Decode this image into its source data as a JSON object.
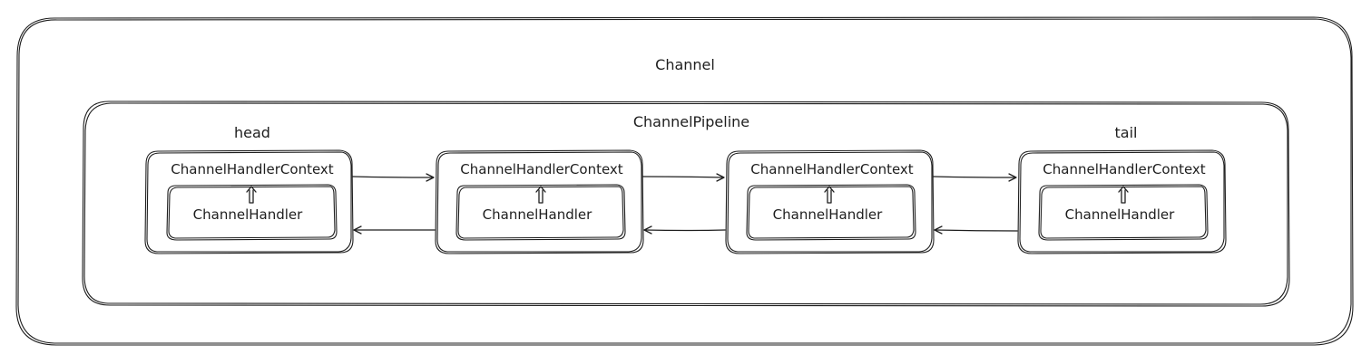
{
  "diagram": {
    "channel_label": "Channel",
    "pipeline_label": "ChannelPipeline",
    "head_label": "head",
    "tail_label": "tail",
    "contexts": [
      {
        "context_label": "ChannelHandlerContext",
        "handler_label": "ChannelHandler"
      },
      {
        "context_label": "ChannelHandlerContext",
        "handler_label": "ChannelHandler"
      },
      {
        "context_label": "ChannelHandlerContext",
        "handler_label": "ChannelHandler"
      },
      {
        "context_label": "ChannelHandlerContext",
        "handler_label": "ChannelHandler"
      }
    ],
    "links": [
      {
        "from": 0,
        "to": 1,
        "direction": "next"
      },
      {
        "from": 1,
        "to": 0,
        "direction": "prev"
      },
      {
        "from": 1,
        "to": 2,
        "direction": "next"
      },
      {
        "from": 2,
        "to": 1,
        "direction": "prev"
      },
      {
        "from": 2,
        "to": 3,
        "direction": "next"
      },
      {
        "from": 3,
        "to": 2,
        "direction": "prev"
      }
    ],
    "stroke_color": "#1e1e1e",
    "background_color": "#ffffff"
  }
}
